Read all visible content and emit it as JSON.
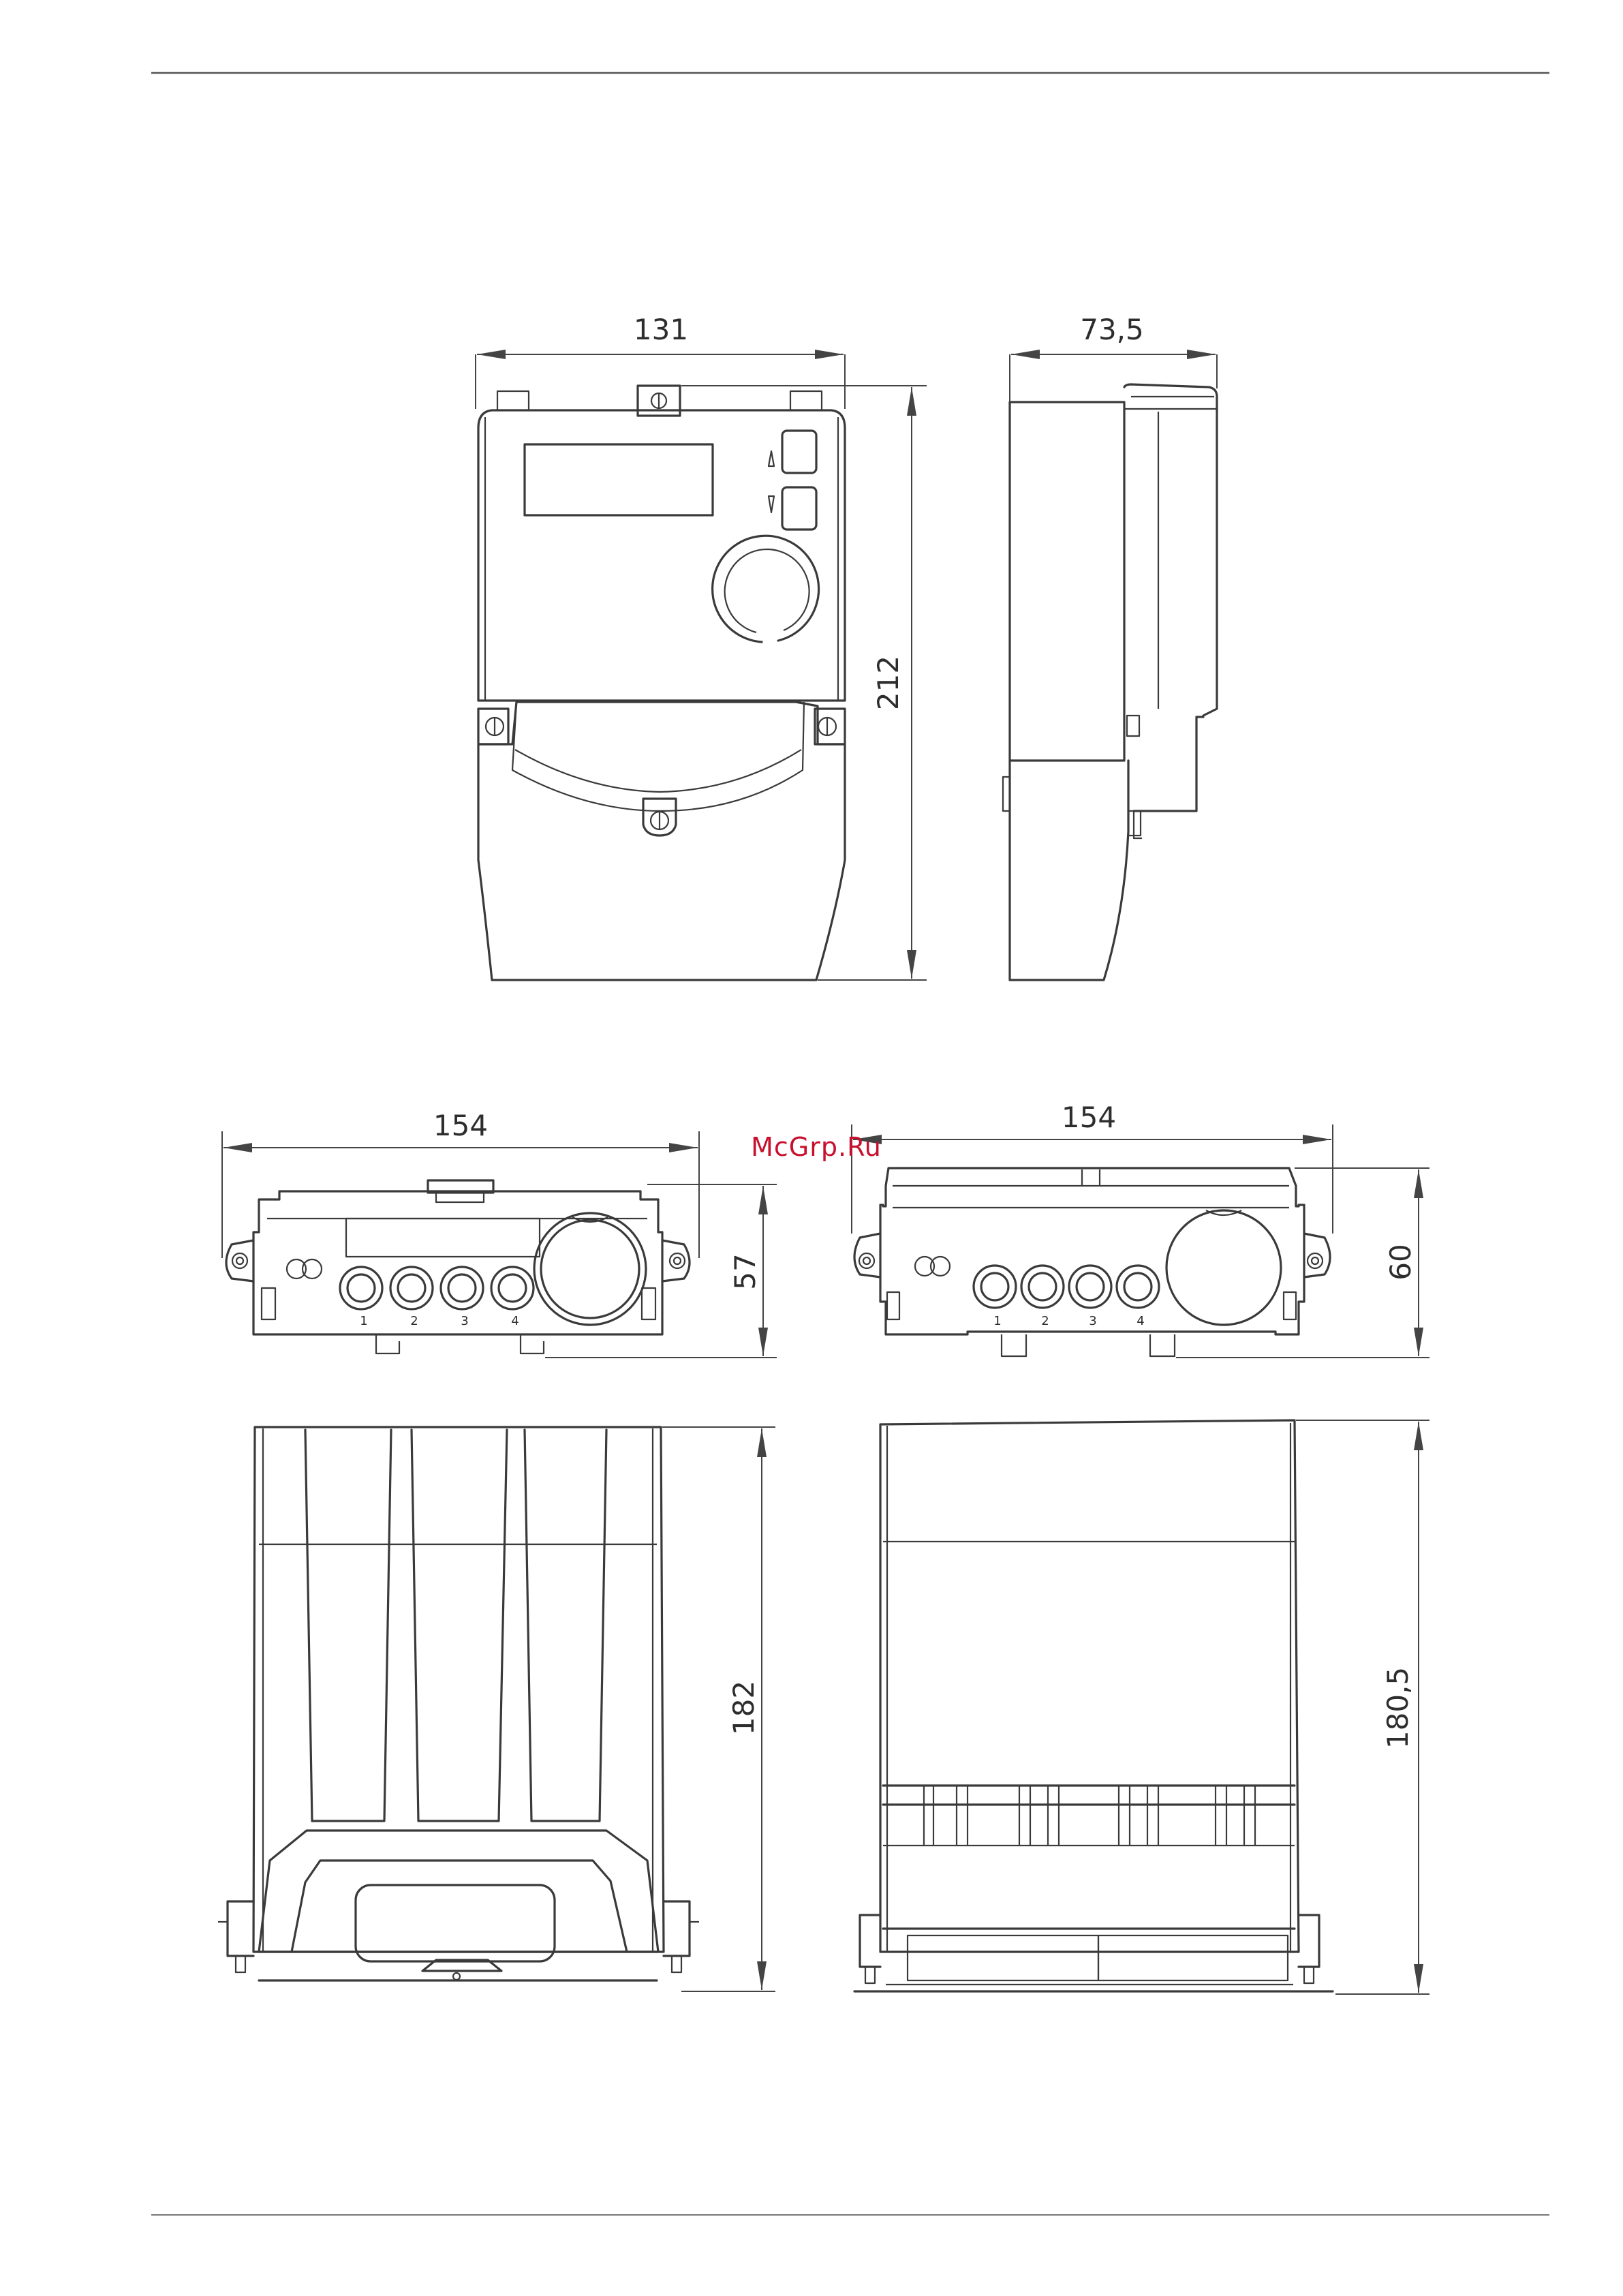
{
  "watermark": "McGrp.Ru",
  "dimensions": {
    "front_width": "131",
    "side_depth": "73,5",
    "height": "212",
    "terminal_width_a": "154",
    "terminal_width_b": "154",
    "terminal_height_a": "57",
    "terminal_height_b": "60",
    "cover_height_a": "182",
    "cover_height_b": "180,5"
  },
  "terminal_numbers": [
    "1",
    "2",
    "3",
    "4"
  ],
  "button_arrows": [
    "up-arrow",
    "down-arrow"
  ]
}
